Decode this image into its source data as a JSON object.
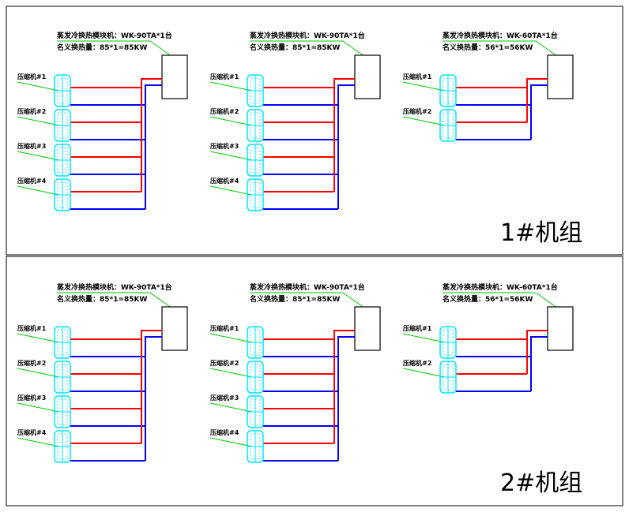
{
  "panels": [
    {
      "title": "1#机组",
      "groups": [
        {
          "label_model": "蒸发冷换热模块机：WK-90TA*1台",
          "label_capacity": "名义换热量：85*1=85KW",
          "compressors": [
            "压缩机#1",
            "压缩机#2",
            "压缩机#3",
            "压缩机#4"
          ]
        },
        {
          "label_model": "蒸发冷换热模块机：WK-90TA*1台",
          "label_capacity": "名义换热量：85*1=85KW",
          "compressors": [
            "压缩机#1",
            "压缩机#2",
            "压缩机#3",
            "压缩机#4"
          ]
        },
        {
          "label_model": "蒸发冷换热模块机：WK-60TA*1台",
          "label_capacity": "名义换热量：56*1=56KW",
          "compressors": [
            "压缩机#1",
            "压缩机#2"
          ]
        }
      ]
    },
    {
      "title": "2#机组",
      "groups": [
        {
          "label_model": "蒸发冷换热模块机：WK-90TA*1台",
          "label_capacity": "名义换热量：85*1=85KW",
          "compressors": [
            "压缩机#1",
            "压缩机#2",
            "压缩机#3",
            "压缩机#4"
          ]
        },
        {
          "label_model": "蒸发冷换热模块机：WK-90TA*1台",
          "label_capacity": "名义换热量：85*1=85KW",
          "compressors": [
            "压缩机#1",
            "压缩机#2",
            "压缩机#3",
            "压缩机#4"
          ]
        },
        {
          "label_model": "蒸发冷换热模块机：WK-60TA*1台",
          "label_capacity": "名义换热量：56*1=56KW",
          "compressors": [
            "压缩机#1",
            "压缩机#2"
          ]
        }
      ]
    }
  ],
  "colors": {
    "supply_pipe": "#ff0000",
    "return_pipe": "#0000ff",
    "compressor": "#00e5ff",
    "leader_line": "#00cc00",
    "unit_fill": "#1a3cff",
    "border": "#000000"
  }
}
